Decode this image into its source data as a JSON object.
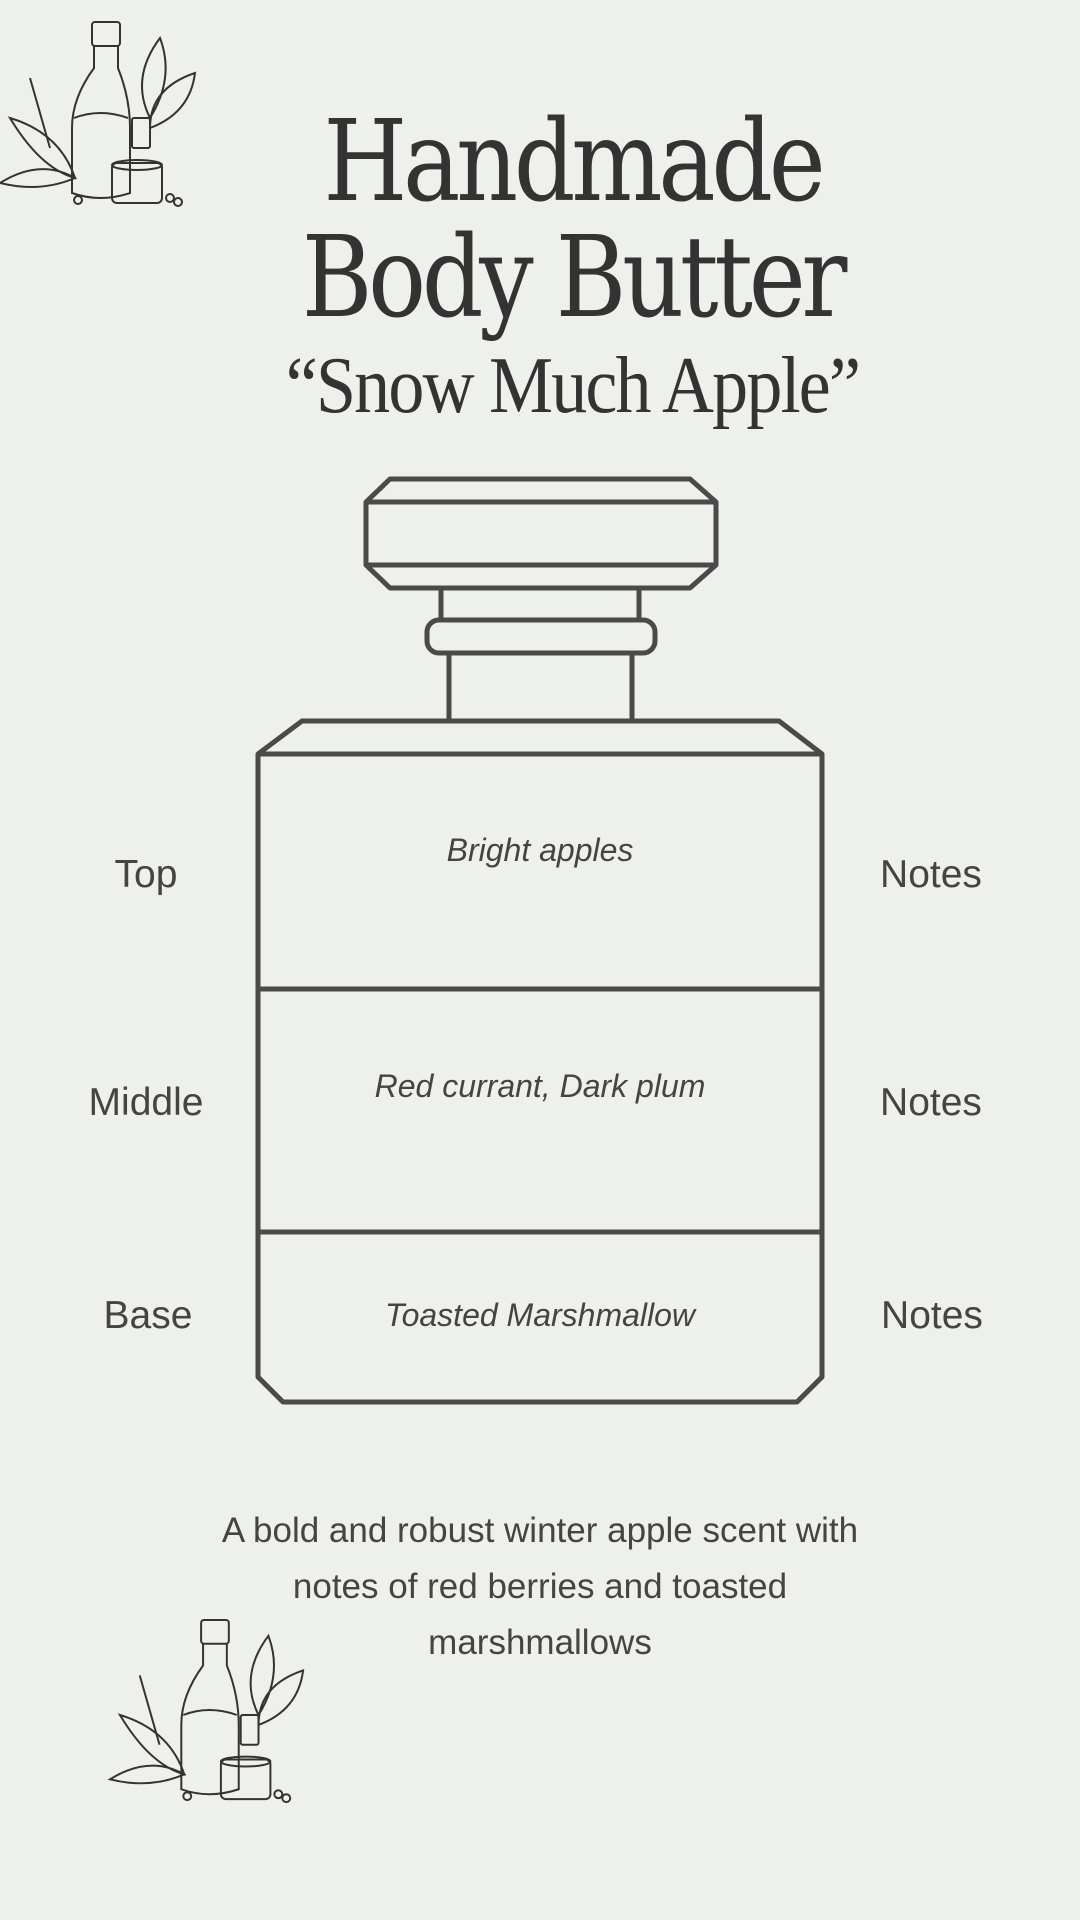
{
  "title": {
    "line1": "Handmade",
    "line2": "Body Butter",
    "subtitle": "“Snow Much Apple”"
  },
  "notes": [
    {
      "label": "Top",
      "suffix": "Notes",
      "scent": "Bright apples"
    },
    {
      "label": "Middle",
      "suffix": "Notes",
      "scent": "Red currant, Dark plum"
    },
    {
      "label": "Base",
      "suffix": "Notes",
      "scent": "Toasted Marshmallow"
    }
  ],
  "description": "A bold and robust winter apple scent with notes of red berries and toasted marshmallows",
  "colors": {
    "background": "#eef0eb",
    "ink": "#4a4a4a"
  }
}
